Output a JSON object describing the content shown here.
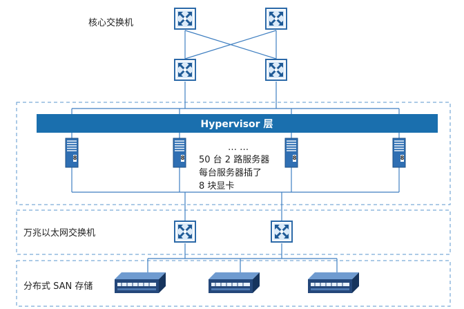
{
  "labels": {
    "core_switch": "核心交换机",
    "hypervisor": "Hypervisor 层",
    "ellipsis": "… …",
    "servers_line1": "50 台 2 路服务器",
    "servers_line2": "每台服务器插了",
    "servers_line3": "8 块显卡",
    "ten_gig_switch": "万兆以太网交换机",
    "san_storage": "分布式 SAN 存储"
  },
  "server_card_label": "8",
  "colors": {
    "switch_blue": "#2b69a8",
    "switch_light": "#dcebf9",
    "hypervisor_bar": "#1a6fae",
    "server_blue": "#2f6fb3",
    "line_blue": "#3e7ec0",
    "dashed_border": "#5a95cc",
    "storage_dark": "#24477a"
  },
  "icons": [
    "switch-icon",
    "server-icon",
    "storage-icon"
  ]
}
